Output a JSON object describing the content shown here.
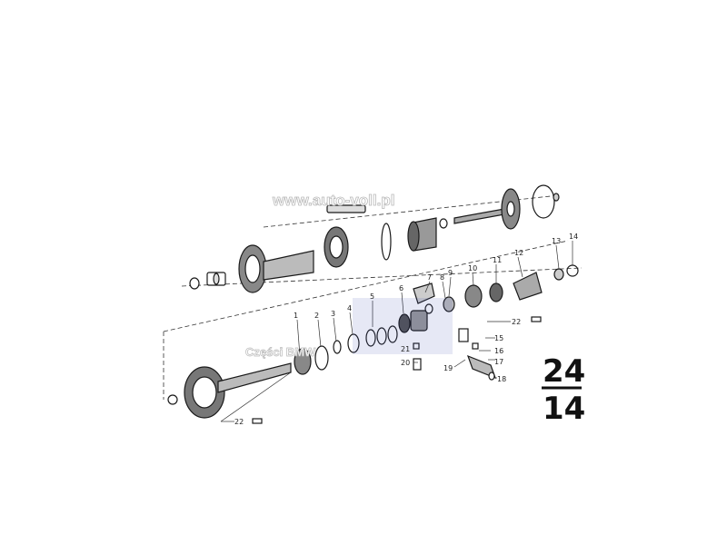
{
  "watermark": {
    "site": "www.auto-voll.pl",
    "overlay": "Części BMW",
    "logo_color": "#2f3fae"
  },
  "sheet": {
    "group_top": "24",
    "group_bottom": "14"
  },
  "callouts": {
    "n1": "1",
    "n2": "2",
    "n3": "3",
    "n4": "4",
    "n5": "5",
    "n6": "6",
    "n7": "7",
    "n8": "8",
    "n9": "9",
    "n10": "10",
    "n11": "11",
    "n12": "12",
    "n13": "13",
    "n14": "14",
    "n15": "15",
    "n16": "16",
    "n17": "17",
    "n18": "18",
    "n19": "19",
    "n20": "20",
    "n21": "21",
    "n22a": "22",
    "n22b": "22"
  },
  "colors": {
    "ink": "#1a1a1a",
    "paper": "#ffffff"
  }
}
